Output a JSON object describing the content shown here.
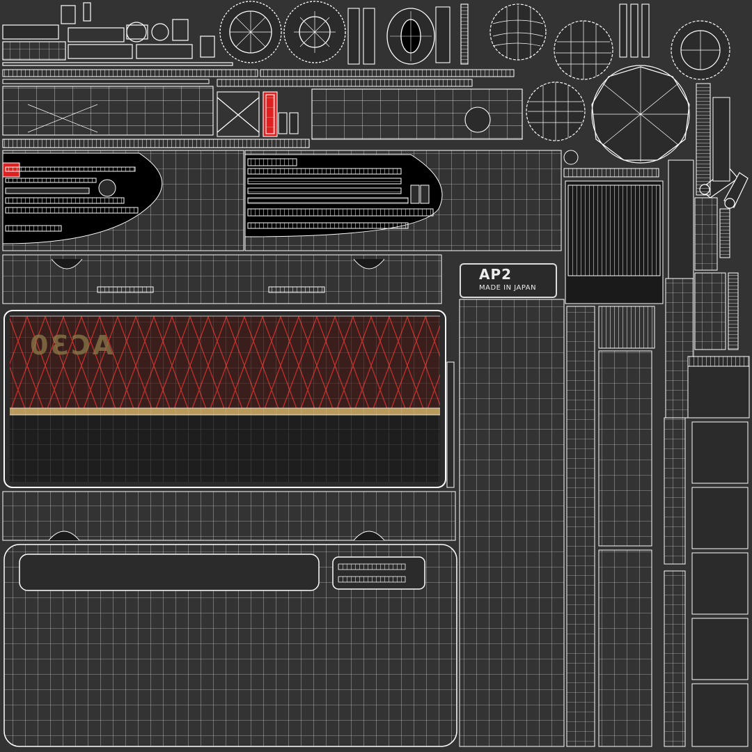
{
  "texture": {
    "background_color": "#333333",
    "wire_color": "#ffffff",
    "panel_fill": "#2b2b2b",
    "grille_red": "#c0302a",
    "grille_base": "#3a1e1c",
    "piping_gold": "#b89b5c",
    "accent_red": "#e02020"
  },
  "label": {
    "main": "AP2",
    "sub": "MADE IN JAPAN"
  },
  "grille_brand": "AC30"
}
